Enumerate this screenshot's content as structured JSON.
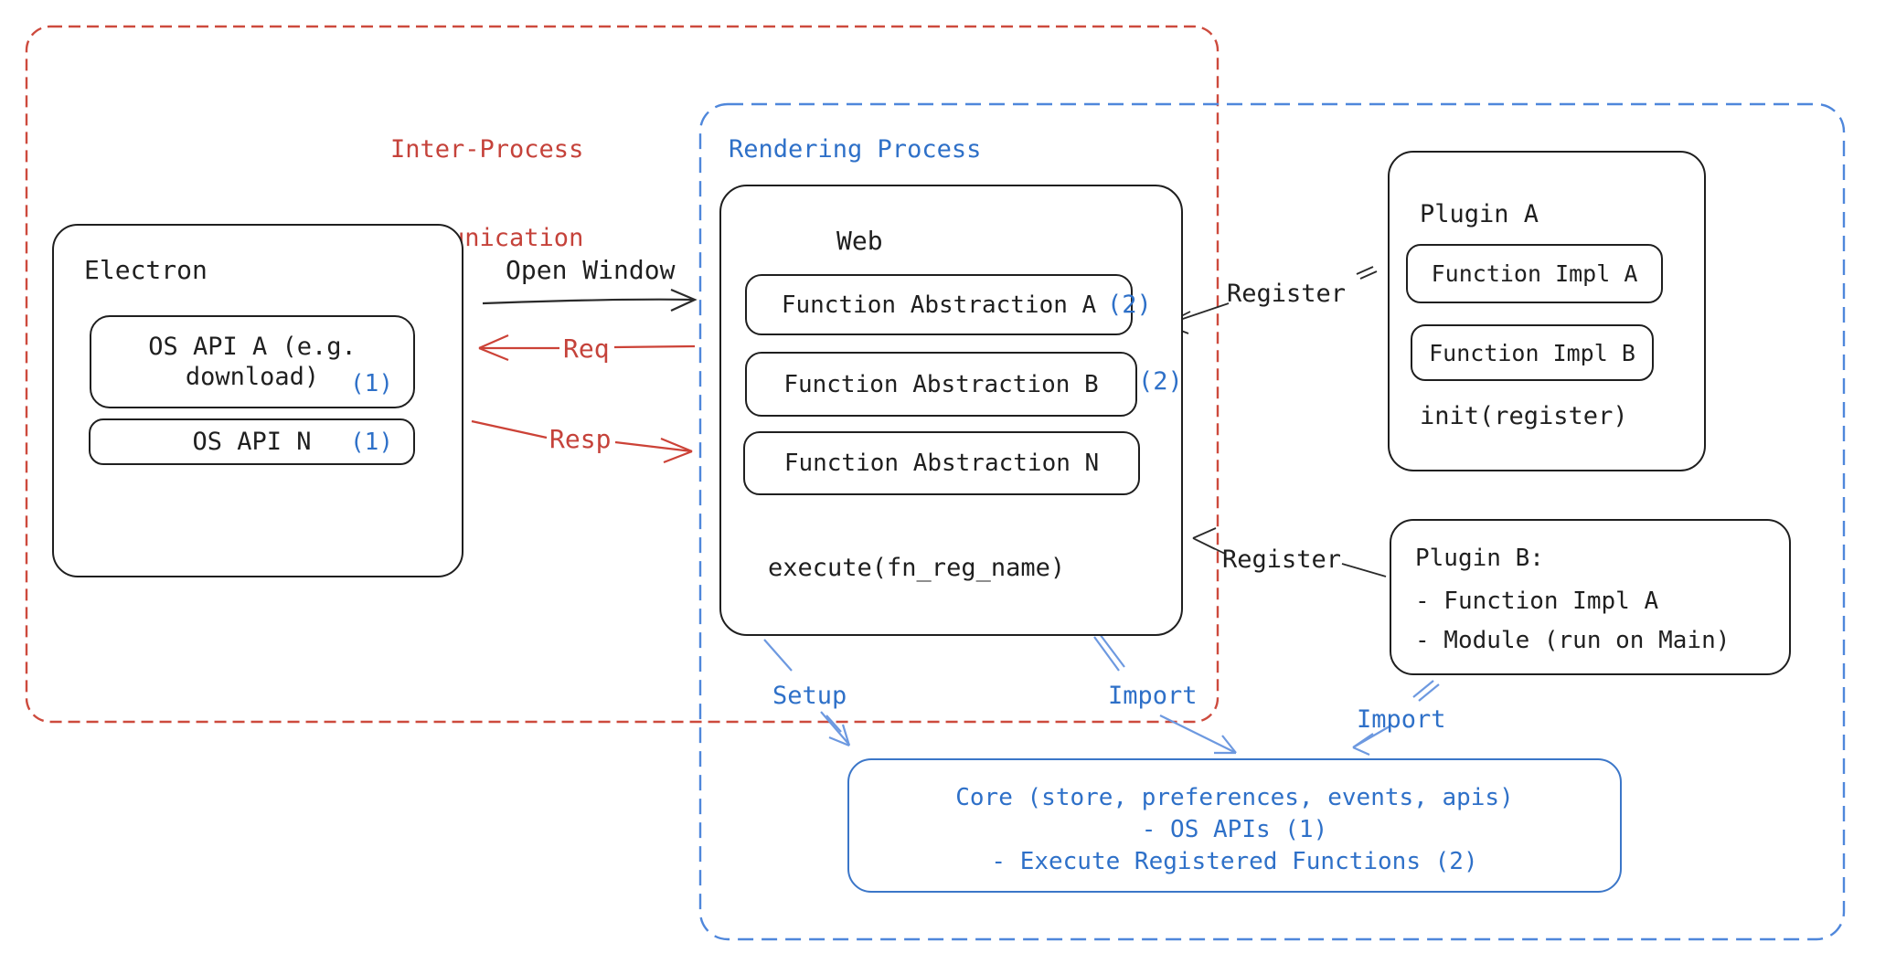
{
  "regions": {
    "ipc": {
      "label_line1": "Inter-Process",
      "label_line2": "Communication"
    },
    "rendering": {
      "label": "Rendering Process"
    }
  },
  "electron": {
    "title": "Electron",
    "api_a_line1": "OS API A (e.g.",
    "api_a_line2": "download)",
    "api_a_badge": "(1)",
    "api_n_label": "OS API N",
    "api_n_badge": "(1)"
  },
  "web": {
    "title": "Web",
    "row_a": "Function Abstraction A",
    "row_a_badge": "(2)",
    "row_b": "Function Abstraction B",
    "row_b_badge": "(2)",
    "row_n": "Function Abstraction N",
    "execute": "execute(fn_reg_name)"
  },
  "plugin_a": {
    "title": "Plugin A",
    "impl_a": "Function Impl A",
    "impl_b": "Function Impl B",
    "init": "init(register)"
  },
  "plugin_b": {
    "line1": "Plugin B:",
    "line2": "- Function Impl A",
    "line3": "- Module (run on Main)"
  },
  "core": {
    "line1": "Core (store, preferences, events, apis)",
    "line2": "- OS APIs (1)",
    "line3": "- Execute Registered Functions (2)"
  },
  "arrows": {
    "open_window": "Open Window",
    "req": "Req",
    "resp": "Resp",
    "register_top": "Register",
    "register_bottom": "Register",
    "setup": "Setup",
    "import_web": "Import",
    "import_plugin": "Import"
  },
  "colors": {
    "ipc_dashed_border": "#cd4a3d",
    "ipc_text": "#c5423a",
    "rendering_dashed_border": "#4f87db",
    "blue_text": "#2e70c8",
    "core_border": "#3b76c8",
    "sketch_arrow_blue": "#6d99e0",
    "ink_black": "#1f1f1f"
  }
}
